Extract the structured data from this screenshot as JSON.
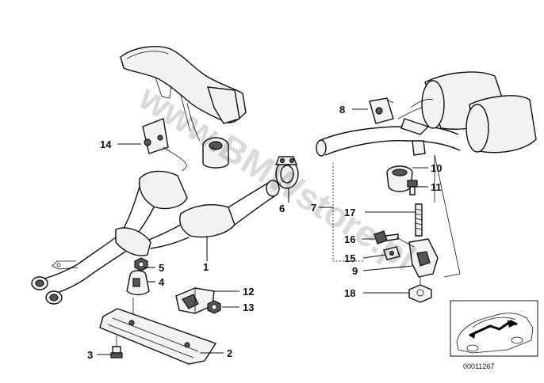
{
  "watermark": "www.BMWstore.pl",
  "diagram_id": "00011267",
  "callouts": [
    {
      "id": "c1",
      "text": "1"
    },
    {
      "id": "c2",
      "text": "2"
    },
    {
      "id": "c3",
      "text": "3"
    },
    {
      "id": "c4",
      "text": "4"
    },
    {
      "id": "c5",
      "text": "5"
    },
    {
      "id": "c6",
      "text": "6"
    },
    {
      "id": "c7",
      "text": "7"
    },
    {
      "id": "c8",
      "text": "8"
    },
    {
      "id": "c9",
      "text": "9"
    },
    {
      "id": "c10",
      "text": "10"
    },
    {
      "id": "c11",
      "text": "11"
    },
    {
      "id": "c12",
      "text": "12"
    },
    {
      "id": "c13",
      "text": "13"
    },
    {
      "id": "c14",
      "text": "14"
    },
    {
      "id": "c15",
      "text": "15"
    },
    {
      "id": "c16",
      "text": "16"
    },
    {
      "id": "c17",
      "text": "17"
    },
    {
      "id": "c18",
      "text": "18"
    }
  ]
}
